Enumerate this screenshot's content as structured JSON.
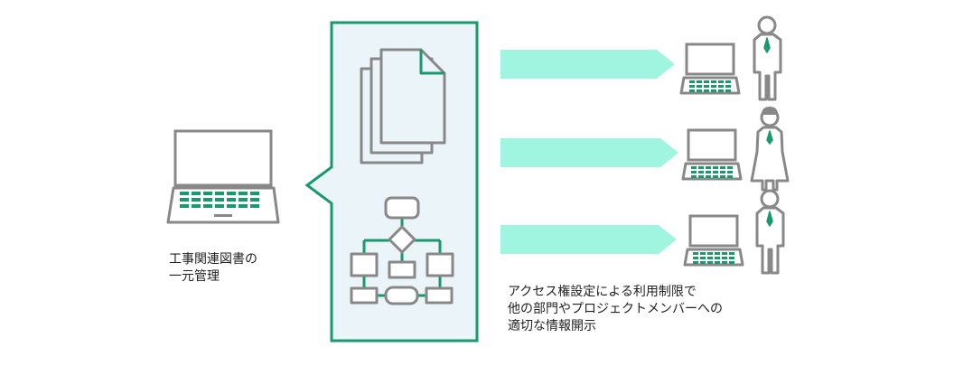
{
  "left_caption": [
    "工事関連図書の",
    "一元管理"
  ],
  "right_caption": [
    "アクセス権設定による利用制限で",
    "他の部門やプロジェクトメンバーへの",
    "適切な情報開示"
  ],
  "colors": {
    "accent": "#1a9a6c",
    "panel_fill": "#eaf4f9",
    "arrow": "#9ff5df",
    "line": "#888888"
  },
  "icons": [
    "laptop-icon",
    "documents-icon",
    "flowchart-icon",
    "person-icon"
  ]
}
